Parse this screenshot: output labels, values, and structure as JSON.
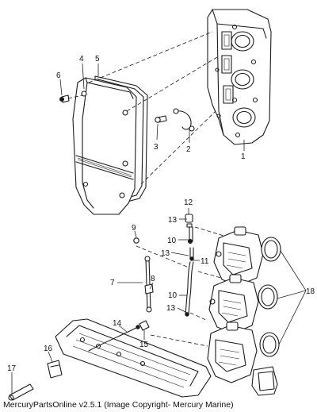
{
  "callouts": [
    {
      "id": "c1",
      "label": "1"
    },
    {
      "id": "c2",
      "label": "2"
    },
    {
      "id": "c3",
      "label": "3"
    },
    {
      "id": "c4",
      "label": "4"
    },
    {
      "id": "c5",
      "label": "5"
    },
    {
      "id": "c6",
      "label": "6"
    },
    {
      "id": "c7",
      "label": "7"
    },
    {
      "id": "c8",
      "label": "8"
    },
    {
      "id": "c9",
      "label": "9"
    },
    {
      "id": "c10a",
      "label": "10"
    },
    {
      "id": "c10b",
      "label": "10"
    },
    {
      "id": "c11",
      "label": "11"
    },
    {
      "id": "c12",
      "label": "12"
    },
    {
      "id": "c13a",
      "label": "13"
    },
    {
      "id": "c13b",
      "label": "13"
    },
    {
      "id": "c13c",
      "label": "13"
    },
    {
      "id": "c14",
      "label": "14"
    },
    {
      "id": "c15",
      "label": "15"
    },
    {
      "id": "c16",
      "label": "16"
    },
    {
      "id": "c17",
      "label": "17"
    },
    {
      "id": "c18",
      "label": "18"
    }
  ],
  "footer": {
    "caption": "MercuryPartsOnline v2.5.1 (Image Copyright- Mercury Marine)"
  },
  "colors": {
    "line": "#1a1a1a",
    "background": "#ffffff"
  }
}
